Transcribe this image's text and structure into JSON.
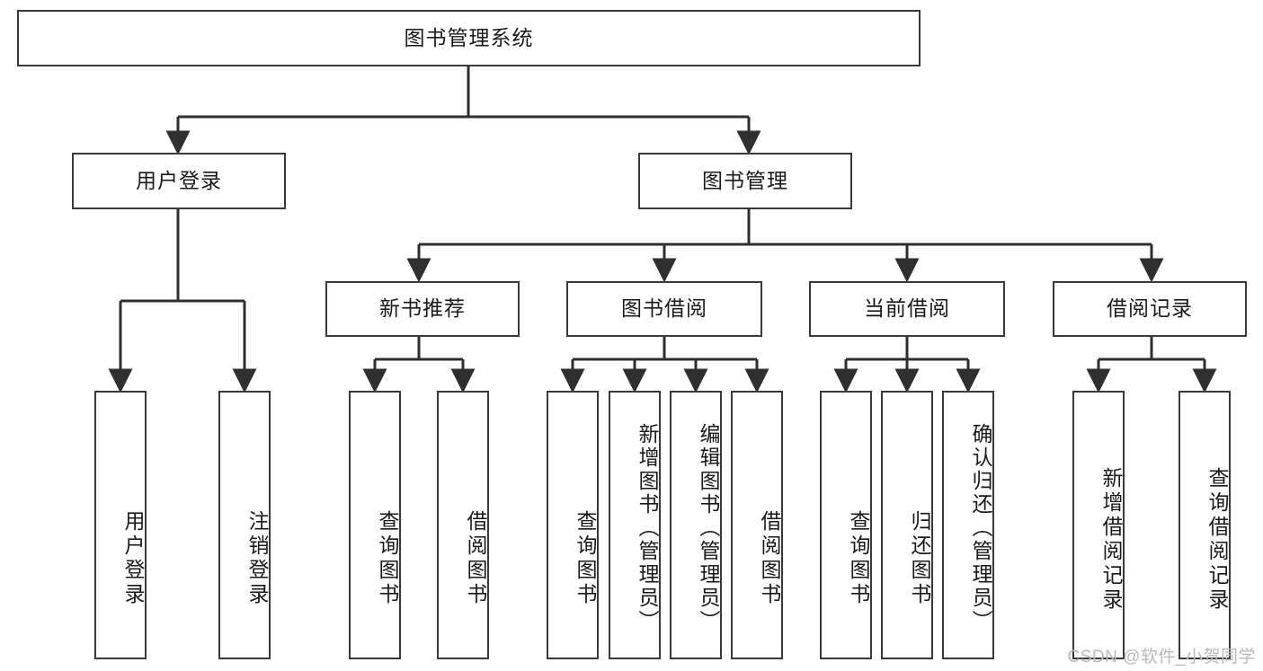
{
  "diagram": {
    "type": "tree-hierarchy-flowchart",
    "title": "图书管理系统",
    "watermark": "CSDN @软件_小贺同学",
    "colors": {
      "box_border": "#3a3a3a",
      "box_fill": "#ffffff",
      "line": "#2f2f2f",
      "text": "#1a1a1a",
      "watermark": "#b9b9b9",
      "background": "#ffffff"
    },
    "levels": {
      "root": {
        "label": "图书管理系统"
      },
      "level2": [
        {
          "label": "用户登录"
        },
        {
          "label": "图书管理"
        }
      ],
      "level3": [
        {
          "label": "新书推荐"
        },
        {
          "label": "图书借阅"
        },
        {
          "label": "当前借阅"
        },
        {
          "label": "借阅记录"
        }
      ],
      "leaves": {
        "user_login": [
          {
            "label": "用户登录"
          },
          {
            "label": "注销登录"
          }
        ],
        "new_book_recommend": [
          {
            "label": "查询图书"
          },
          {
            "label": "借阅图书"
          }
        ],
        "book_borrow": [
          {
            "label": "查询图书"
          },
          {
            "label": "新增图书（管理员）"
          },
          {
            "label": "编辑图书（管理员）"
          },
          {
            "label": "借阅图书"
          }
        ],
        "current_borrow": [
          {
            "label": "查询图书"
          },
          {
            "label": "归还图书"
          },
          {
            "label": "确认归还（管理员）"
          }
        ],
        "borrow_record": [
          {
            "label": "新增借阅记录"
          },
          {
            "label": "查询借阅记录"
          }
        ]
      }
    }
  }
}
